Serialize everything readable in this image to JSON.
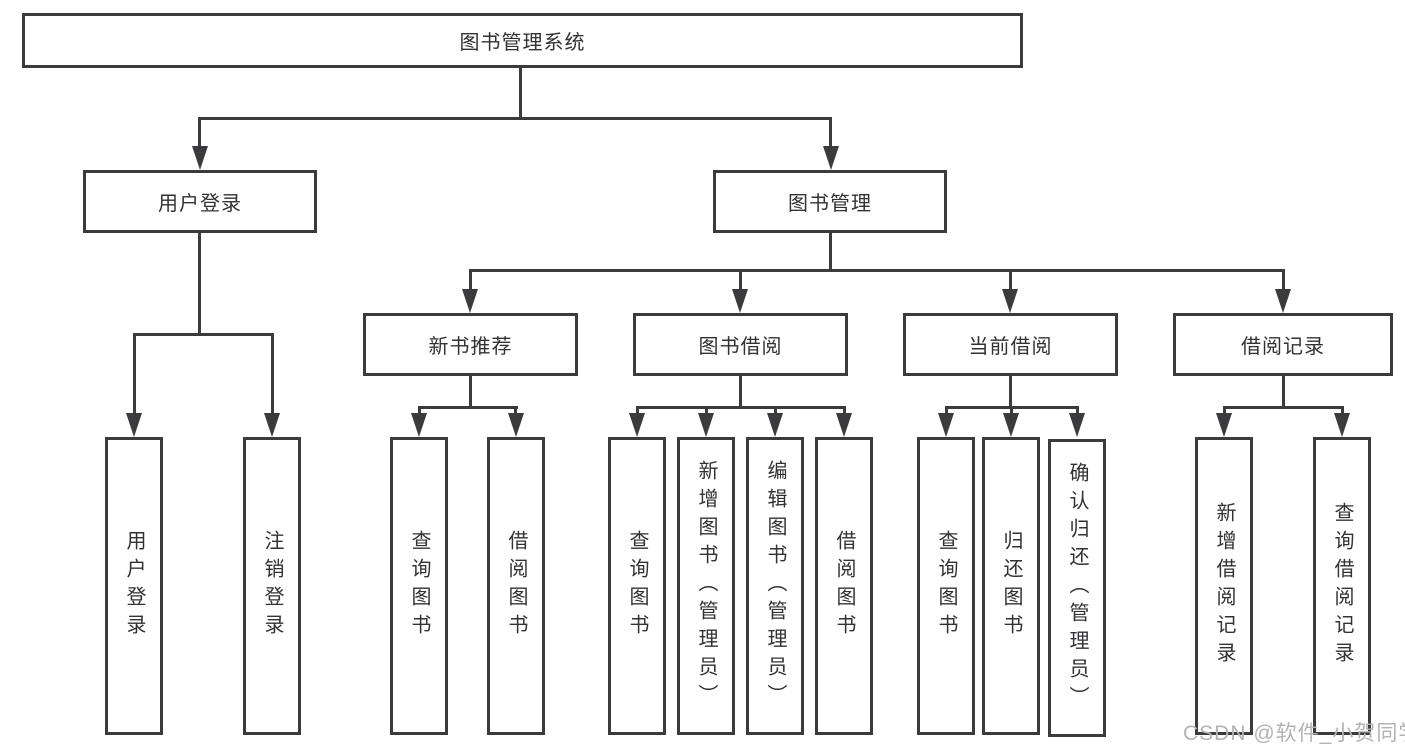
{
  "colors": {
    "line": "#3b3b3d",
    "text": "#323234",
    "watermark": "#b3b3b3",
    "background": "#ffffff"
  },
  "watermark": {
    "text": "CSDN @软件_小贺同学"
  },
  "tree": {
    "root": "图书管理系统",
    "level2": [
      {
        "id": "user-login",
        "label": "用户登录",
        "children": [
          "用户登录",
          "注销登录"
        ]
      },
      {
        "id": "book-management",
        "label": "图书管理"
      }
    ],
    "level3": [
      {
        "id": "new-book-recommendation",
        "label": "新书推荐",
        "children": [
          "查询图书",
          "借阅图书"
        ]
      },
      {
        "id": "book-borrowing",
        "label": "图书借阅",
        "children": [
          "查询图书",
          "新增图书（管理员）",
          "编辑图书（管理员）",
          "借阅图书"
        ]
      },
      {
        "id": "current-borrowing",
        "label": "当前借阅",
        "children": [
          "查询图书",
          "归还图书",
          "确认归还（管理员）"
        ]
      },
      {
        "id": "borrowing-records",
        "label": "借阅记录",
        "children": [
          "新增借阅记录",
          "查询借阅记录"
        ]
      }
    ]
  }
}
